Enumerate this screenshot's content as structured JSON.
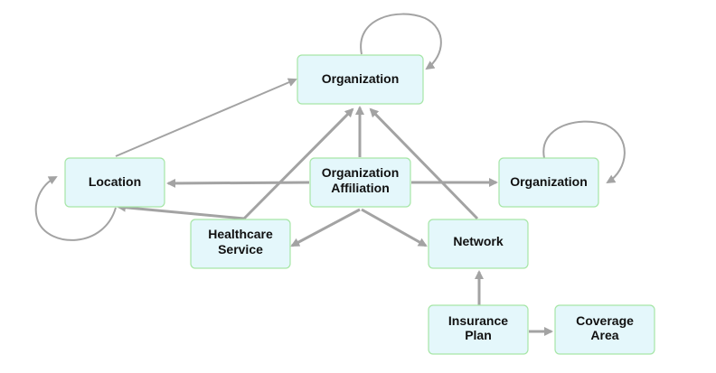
{
  "nodes": {
    "org_top": {
      "label": "Organization"
    },
    "org_aff": {
      "label_line1": "Organization",
      "label_line2": "Affiliation"
    },
    "location": {
      "label": "Location"
    },
    "org_right": {
      "label": "Organization"
    },
    "healthcare": {
      "label_line1": "Healthcare",
      "label_line2": "Service"
    },
    "network": {
      "label": "Network"
    },
    "insurance": {
      "label_line1": "Insurance",
      "label_line2": "Plan"
    },
    "coverage": {
      "label_line1": "Coverage",
      "label_line2": "Area"
    }
  },
  "colors": {
    "node_fill": "#e4f7fb",
    "node_border": "#a6e6a6",
    "edge": "#a3a3a3",
    "text": "#111111"
  }
}
